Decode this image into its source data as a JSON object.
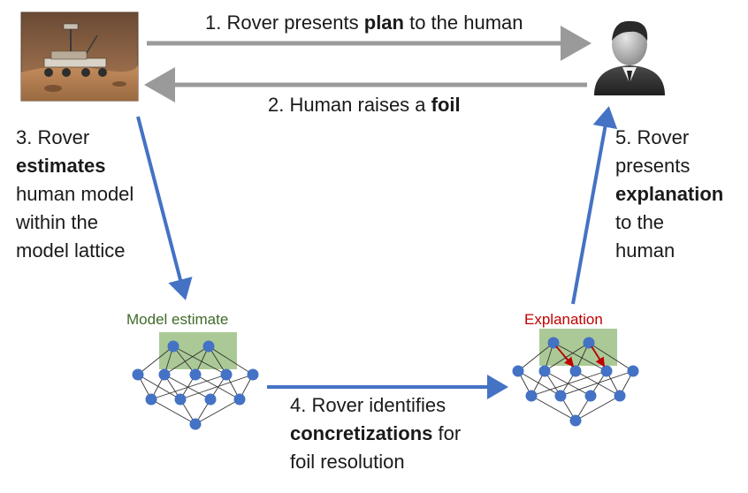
{
  "colors": {
    "gray_arrow": "#9a9a9a",
    "blue_arrow": "#4472c4",
    "node_fill": "#4472c4",
    "highlight": "#9cbf84",
    "model_estimate_label": "#3f6b2a",
    "explanation_label": "#c00000",
    "explanation_arrow": "#c00000"
  },
  "icons": {
    "rover": "mars-rover-photo",
    "human": "person-avatar-icon"
  },
  "steps": {
    "step1": {
      "pre": "1. Rover presents ",
      "bold": "plan",
      "post": " to the human"
    },
    "step2": {
      "pre": "2. Human raises a ",
      "bold": "foil"
    },
    "step3": {
      "line1": "3. Rover",
      "bold": "estimates",
      "line3": "human model",
      "line4": "within the",
      "line5": "model lattice"
    },
    "step4": {
      "line1": "4. Rover identifies",
      "bold": "concretizations",
      "bold_post": " for",
      "line3": "foil resolution"
    },
    "step5": {
      "line1": "5. Rover",
      "line2": "presents",
      "bold": "explanation",
      "line4": "to the",
      "line5": "human"
    }
  },
  "lattices": {
    "left_label": "Model estimate",
    "right_label": "Explanation"
  }
}
